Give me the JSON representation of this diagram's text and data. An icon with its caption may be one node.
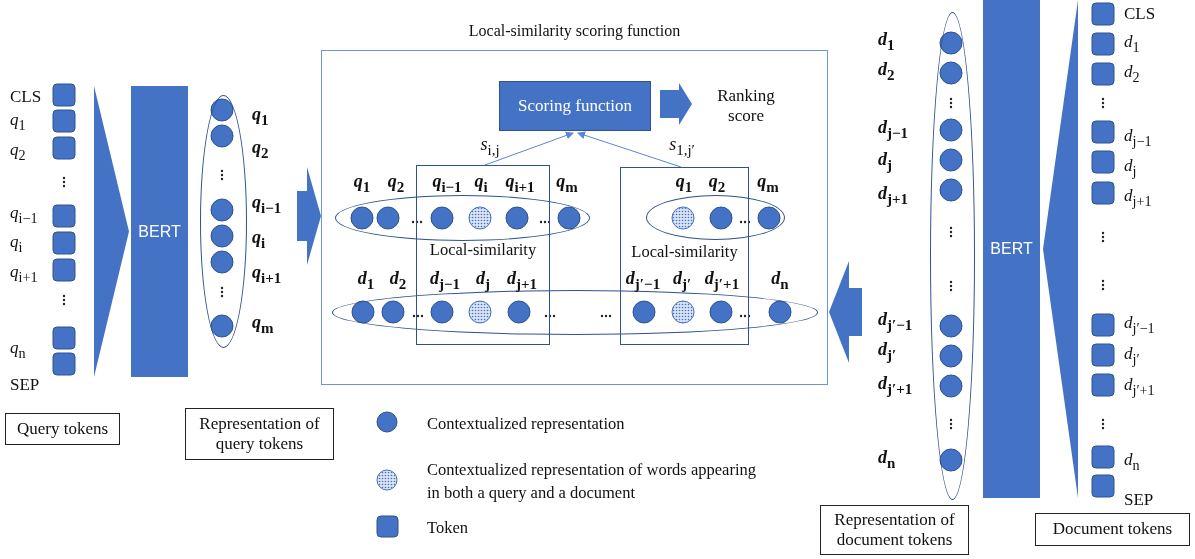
{
  "diagram": {
    "nodes": [
      {
        "text": [
          "BERT"
        ]
      },
      {
        "text": [],
        "shape": "ellipse"
      },
      {
        "text": [
          "Query tokens"
        ]
      },
      {
        "text": [
          "Representation of query tokens"
        ]
      },
      {
        "text": [
          "Local-similarity scoring function"
        ]
      },
      {
        "text": [
          "Scoring function"
        ],
        "in": 4
      },
      {
        "text": [
          "Ranking score"
        ],
        "in": 4
      },
      {
        "text": [
          "Local-similarity"
        ],
        "in": 4
      },
      {
        "text": [
          "Local-similarity"
        ],
        "in": 4
      },
      {
        "text": [],
        "shape": "ellipse",
        "in": 4
      },
      {
        "text": [],
        "shape": "ellipse",
        "in": 4
      },
      {
        "text": [],
        "shape": "ellipse",
        "in": 4
      },
      {
        "text": [],
        "shape": "ellipse"
      },
      {
        "text": [
          "BERT"
        ]
      },
      {
        "text": [
          "Representation of document tokens"
        ]
      },
      {
        "text": [
          "Document tokens"
        ]
      }
    ],
    "edges": [
      {
        "from": null,
        "to": 0,
        "arrow": "to"
      },
      {
        "from": 1,
        "to": 4,
        "arrow": "to"
      },
      {
        "from": 12,
        "to": 4,
        "arrow": "to"
      },
      {
        "from": null,
        "to": 13,
        "arrow": "to"
      },
      {
        "from": 7,
        "to": 5,
        "arrow": "to",
        "label": "*s*$_{i,j}$"
      },
      {
        "from": 8,
        "to": 5,
        "arrow": "to",
        "label": "*s*$_{1,j′}$"
      },
      {
        "from": 5,
        "to": 6,
        "arrow": "to"
      }
    ],
    "labels": [
      "CLS",
      "*q*$_{1}$",
      "*q*$_{2}$",
      "*q*$_{i−1}$",
      "*q*$_{i}$",
      "*q*$_{i+1}$",
      "*q*$_{n}$",
      "SEP",
      "*q*$_{1}$",
      "*q*$_{2}$",
      "*q*$_{i−1}$",
      "*q*$_{i}$",
      "*q*$_{i+1}$",
      "*q*$_{m}$",
      "*q*$_{1}$",
      "*q*$_{2}$",
      "*q*$_{i−1}$",
      "*q*$_{i}$",
      "*q*$_{i+1}$",
      "*q*$_{m}$",
      "*q*$_{1}$",
      "*q*$_{2}$",
      "*q*$_{m}$",
      "*d*$_{1}$",
      "*d*$_{2}$",
      "*d*$_{j−1}$",
      "*d*$_{j}$",
      "*d*$_{j+1}$",
      "*d*$_{j′−1}$",
      "*d*$_{j′}$",
      "*d*$_{j′+1}$",
      "*d*$_{n}$",
      "*d*$_{1}$",
      "*d*$_{2}$",
      "*d*$_{j−1}$",
      "*d*$_{j}$",
      "*d*$_{j+1}$",
      "*d*$_{j′−1}$",
      "*d*$_{j′}$",
      "*d*$_{j′+1}$",
      "*d*$_{n}$",
      "CLS",
      "*d*$_{1}$",
      "*d*$_{2}$",
      "*d*$_{j−1}$",
      "*d*$_{j}$",
      "*d*$_{j+1}$",
      "*d*$_{j′−1}$",
      "*d*$_{j′}$",
      "*d*$_{j′+1}$",
      "*d*$_{n}$",
      "SEP"
    ],
    "legend": [
      {
        "text": "Contextualized representation"
      },
      {
        "text": "Contextualized representation of  words appearing in both a query and a document"
      },
      {
        "text": "Token"
      }
    ]
  }
}
